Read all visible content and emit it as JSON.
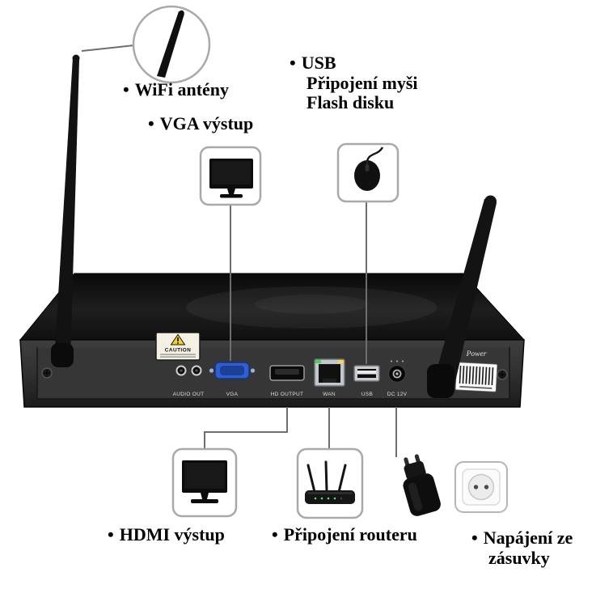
{
  "callouts": {
    "bullet": "•",
    "wifi": {
      "label": "WiFi antény"
    },
    "vga": {
      "label": "VGA výstup"
    },
    "usb": {
      "line1": "USB",
      "line2": "Připojení myši",
      "line3": "Flash disku"
    },
    "hdmi": {
      "label": "HDMI výstup"
    },
    "router": {
      "label": "Připojení routeru"
    },
    "power": {
      "line1": "Napájení ze",
      "line2": "zásuvky"
    }
  },
  "device": {
    "port_labels": {
      "audio": "AUDIO OUT",
      "vga": "VGA",
      "hdmi": "HD OUTPUT",
      "wan": "WAN",
      "usb": "USB",
      "dc": "DC 12V"
    },
    "power_label": "Power",
    "caution_label": "CAUTION"
  },
  "icons": {
    "antenna": "antenna-icon",
    "monitor": "monitor-icon",
    "mouse": "mouse-icon",
    "router": "router-icon",
    "power_adapter": "power-adapter-icon",
    "wall_socket": "wall-socket-icon"
  },
  "colors": {
    "connector_line": "#6e6e6e",
    "callout_border": "#a9a9a9",
    "device_black": "#141414",
    "vga_blue": "#2e5fd3",
    "led_green": "#46d35a",
    "led_yellow": "#ffd34d"
  }
}
